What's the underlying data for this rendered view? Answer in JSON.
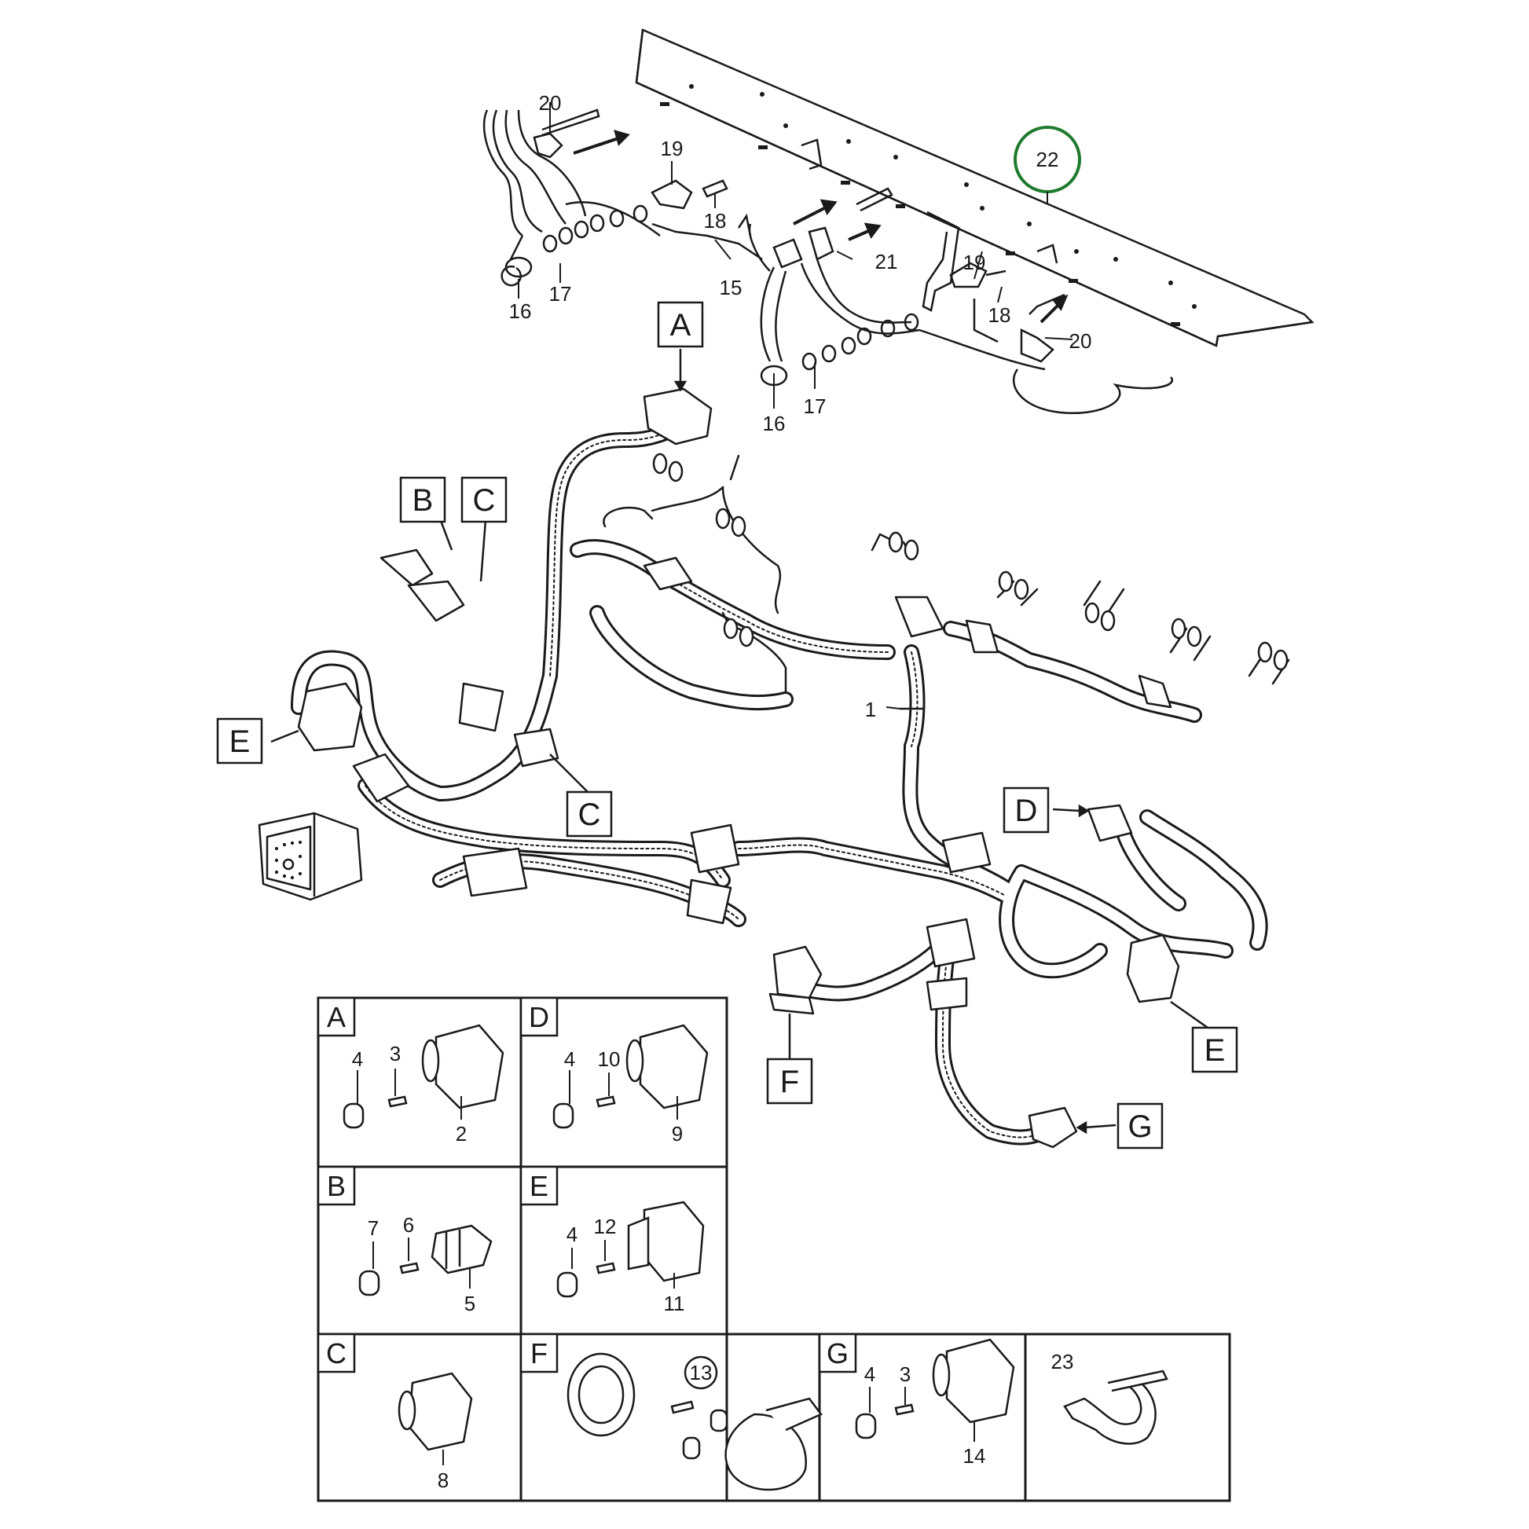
{
  "colors": {
    "line": "#1a1a1a",
    "highlight": "#1f7a2e",
    "background": "#ffffff"
  },
  "callouts": {
    "p1": "1",
    "p2": "2",
    "p3": "3",
    "p4": "4",
    "p5": "5",
    "p6": "6",
    "p7": "7",
    "p8": "8",
    "p9": "9",
    "p10": "10",
    "p11": "11",
    "p12": "12",
    "p13": "13",
    "p14": "14",
    "p15": "15",
    "p16": "16",
    "p17": "17",
    "p18": "18",
    "p19": "19",
    "p20": "20",
    "p21": "21",
    "p22": "22",
    "p23": "23"
  },
  "connector_labels": {
    "A": "A",
    "B": "B",
    "C": "C",
    "D": "D",
    "E": "E",
    "F": "F",
    "G": "G"
  },
  "highlighted_part": "22",
  "icons": [
    "bracket-rail",
    "wire-harness",
    "connector",
    "seal",
    "terminal",
    "clip",
    "bolt"
  ]
}
